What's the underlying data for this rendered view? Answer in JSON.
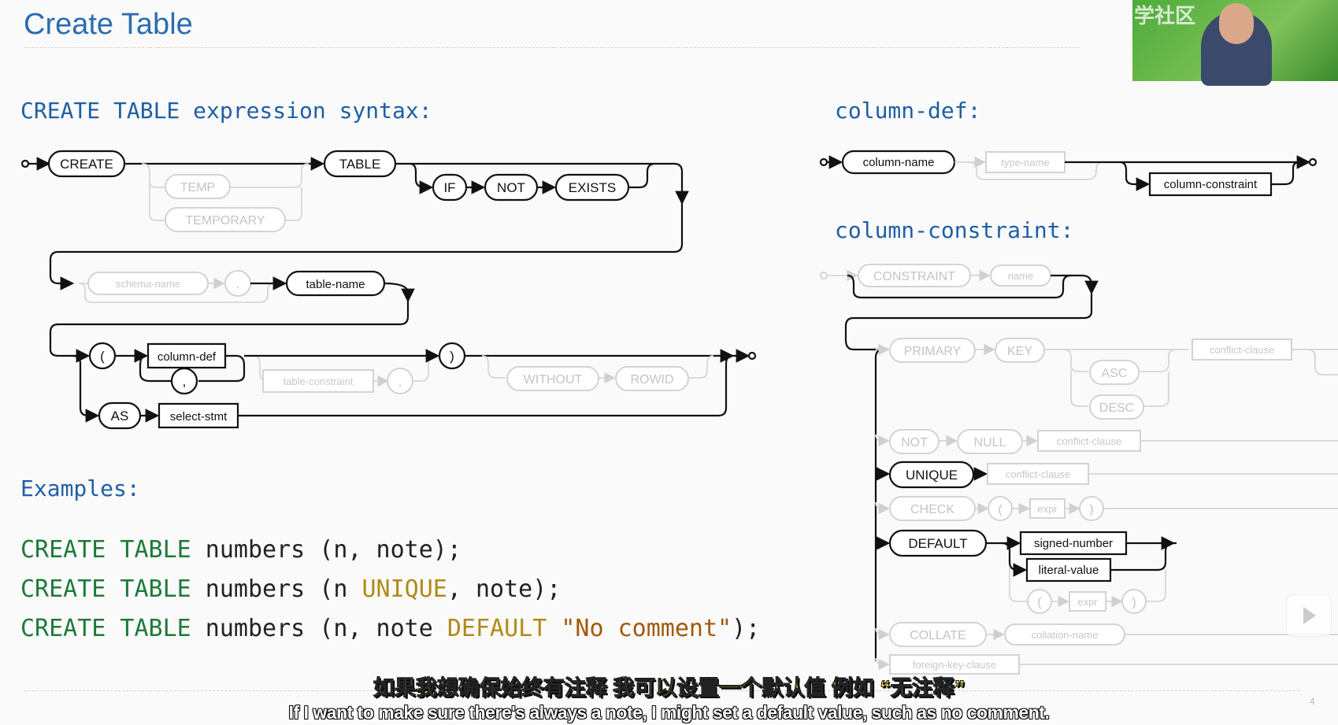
{
  "slide": {
    "title": "Create Table",
    "page_number": "4"
  },
  "main": {
    "syntax_heading": "CREATE TABLE expression syntax:",
    "examples_heading": "Examples:",
    "examples": [
      {
        "kw": "CREATE TABLE",
        "rest": " numbers (n, note);"
      },
      {
        "kw": "CREATE TABLE",
        "mid1": " numbers (n ",
        "kw2": "UNIQUE",
        "mid2": ", note);"
      },
      {
        "kw": "CREATE TABLE",
        "mid1": " numbers (n, note ",
        "kw2": "DEFAULT",
        "str": " \"No comment\"",
        "end": ");"
      }
    ]
  },
  "diagram_create": {
    "create": "CREATE",
    "temp": "TEMP",
    "temporary": "TEMPORARY",
    "table": "TABLE",
    "if": "IF",
    "not": "NOT",
    "exists": "EXISTS",
    "schema_name": "schema-name",
    "dot": ".",
    "table_name": "table-name",
    "lparen": "(",
    "column_def": "column-def",
    "comma": ",",
    "table_constraint": "table-constraint",
    "rparen": ")",
    "without": "WITHOUT",
    "rowid": "ROWID",
    "as": "AS",
    "select_stmt": "select-stmt"
  },
  "right": {
    "column_def_heading": "column-def:",
    "column_constraint_heading": "column-constraint:",
    "column_name": "column-name",
    "type_name": "type-name",
    "column_constraint": "column-constraint",
    "constraint": "CONSTRAINT",
    "name": "name",
    "primary": "PRIMARY",
    "key": "KEY",
    "asc": "ASC",
    "desc": "DESC",
    "conflict_clause": "conflict-clause",
    "not": "NOT",
    "null": "NULL",
    "unique": "UNIQUE",
    "check": "CHECK",
    "lparen": "(",
    "expr": "expr",
    "rparen": ")",
    "default": "DEFAULT",
    "signed_number": "signed-number",
    "literal_value": "literal-value",
    "collate": "COLLATE",
    "collation_name": "collation-name",
    "foreign_key_clause": "foreign-key-clause"
  },
  "subtitles": {
    "cn": "如果我想确保始终有注释 我可以设置一个默认值 例如 “无注释”",
    "en": "If I want to make sure there's always a note, I might set a default value, such as no comment."
  },
  "video_overlay": {
    "watermark": "学社区"
  }
}
